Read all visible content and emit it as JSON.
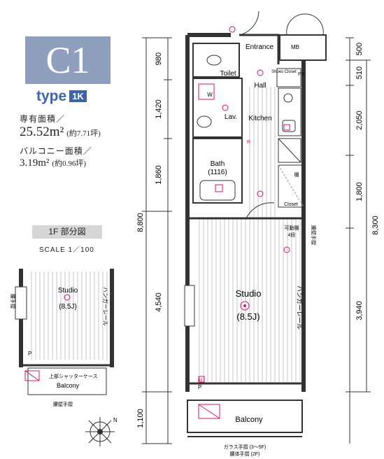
{
  "header": {
    "plan_code": "C1",
    "type_prefix": "type",
    "type_badge": "1K"
  },
  "specs": {
    "floor_area_label": "専有面積／",
    "floor_area_value": "25.52m²",
    "floor_area_tsubo": "(約7.71坪)",
    "balcony_area_label": "バルコニー面積／",
    "balcony_area_value": "3.19m²",
    "balcony_area_tsubo": "(約0.96坪)"
  },
  "partial_view": {
    "title": "1F 部分図",
    "scale": "SCALE 1／100",
    "studio_label": "Studio",
    "studio_size": "(8.5J)",
    "hanger_rail": "ハンガーレール",
    "shutter_case": "上部シャッターケース",
    "balcony_label": "Balcony",
    "railing": "腰壁手摺",
    "side_mark": "腰手摺",
    "p_mark": "P"
  },
  "rooms": {
    "entrance": "Entrance",
    "mb": "MB",
    "toilet": "Toilet",
    "hall": "Hall",
    "shoes_closet": "Shoes Closet",
    "ps": "PS",
    "kitchen": "Kitchen",
    "lav": "Lav.",
    "w_mark": "W",
    "bath": "Bath",
    "bath_size": "(1116)",
    "closet": "Closet",
    "movable_shelf": "可動棚",
    "movable_shelf_count": "4段",
    "shelf": "棚",
    "studio": "Studio",
    "studio_size": "(8.5J)",
    "hanger_rail": "ハンガーレール",
    "balcony": "Balcony",
    "glass_railing_1": "ガラス手摺 (3〜5F)",
    "glass_railing_2": "腰体手摺 (2F)",
    "vertical_note": "腰壁手摺",
    "p_mark": "P",
    "m_mark": "M",
    "r_mark": "R"
  },
  "dimensions": {
    "left": [
      "980",
      "1,420",
      "1,860",
      "8,800",
      "4,540",
      "1,100"
    ],
    "right": [
      "500",
      "510",
      "2,050",
      "1,800",
      "8,300",
      "3,940"
    ]
  },
  "compass": {
    "north": "N"
  },
  "colors": {
    "badge": "#8fa0bf",
    "type_blue": "#3e64a8",
    "accent_magenta": "#d0166b",
    "line": "#333333",
    "floor_stripe": "#bdbdbd"
  }
}
